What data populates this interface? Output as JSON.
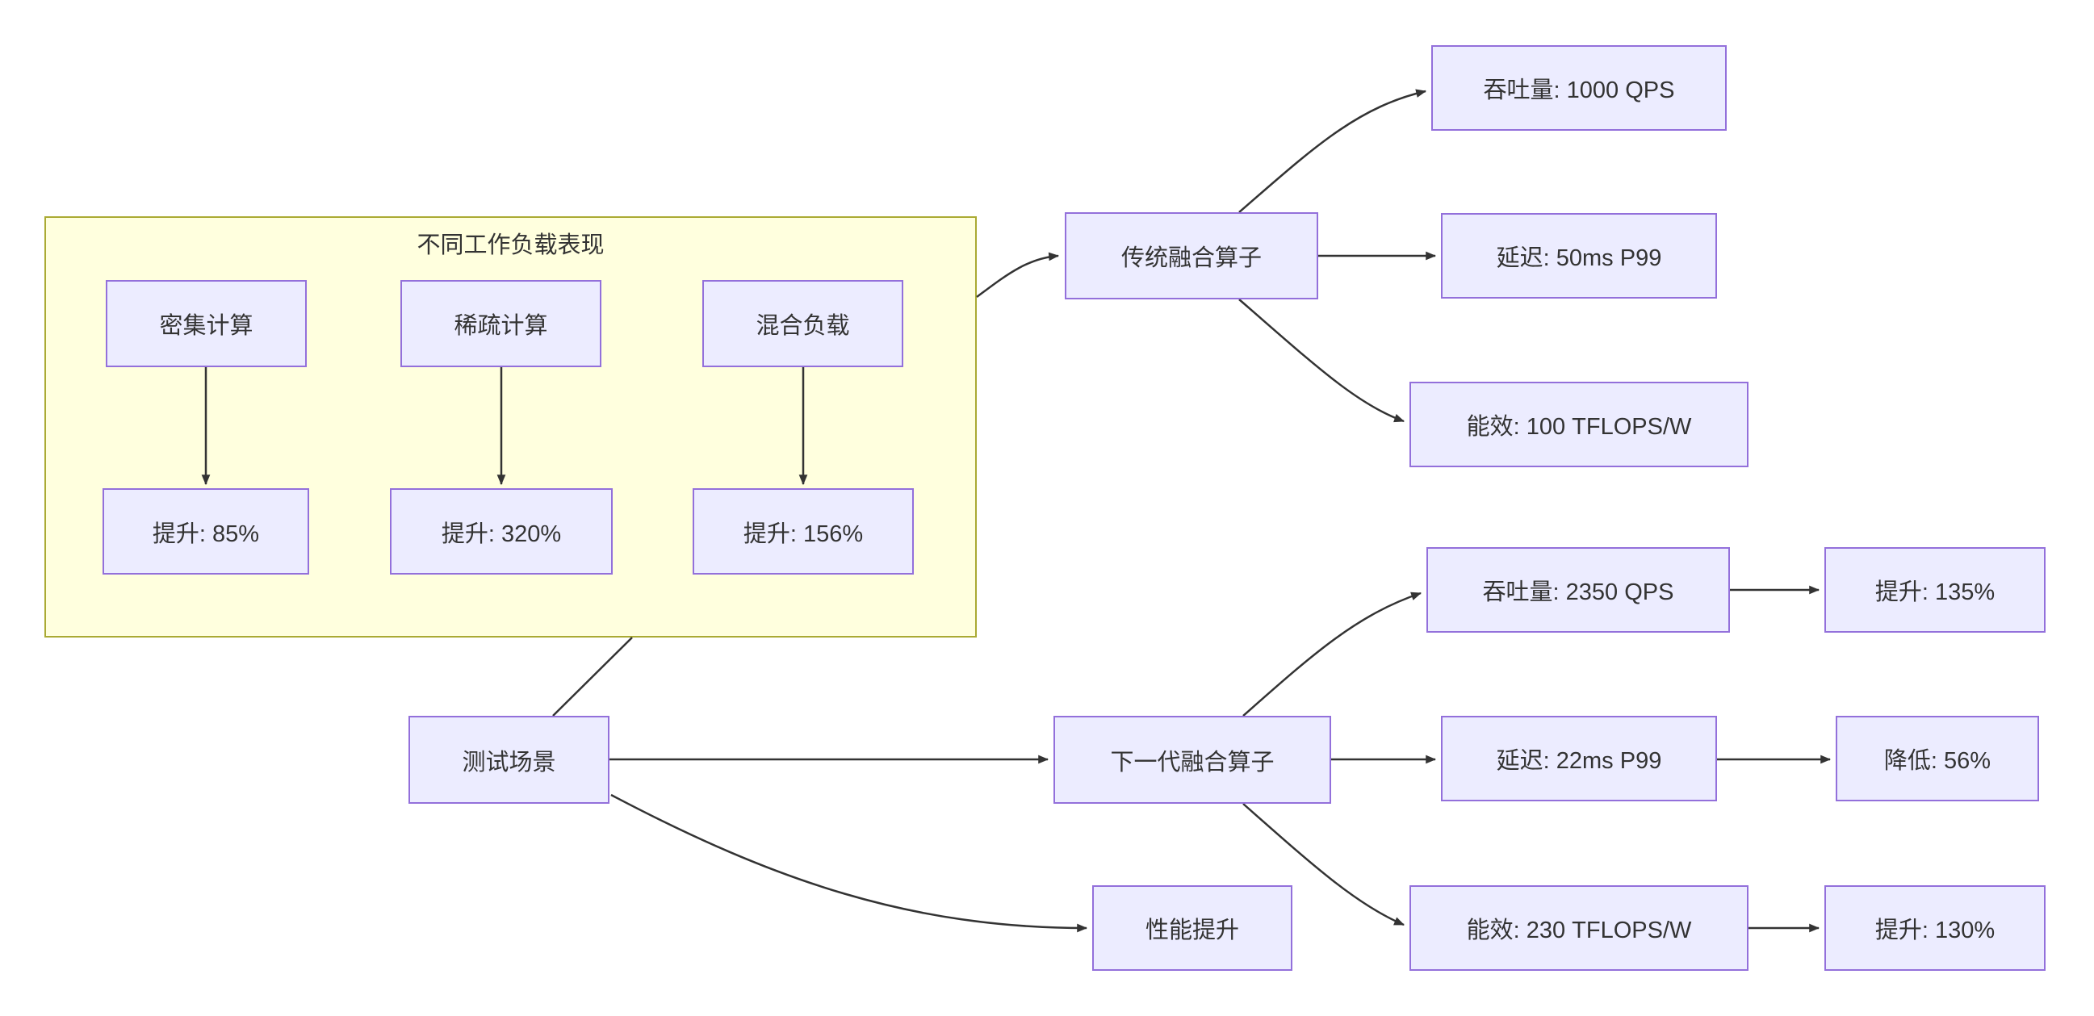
{
  "diagram": {
    "type": "flowchart",
    "colors": {
      "node_fill": "#ECECFF",
      "node_border": "#9370DB",
      "cluster_fill": "#FFFFDE",
      "cluster_border": "#AAAA33",
      "edge": "#333333",
      "text": "#333333",
      "background": "#FFFFFF"
    },
    "cluster": {
      "title": "不同工作负载表现"
    },
    "nodes": {
      "dense": {
        "label": "密集计算"
      },
      "sparse": {
        "label": "稀疏计算"
      },
      "mixed": {
        "label": "混合负载"
      },
      "dense_gain": {
        "label": "提升: 85%"
      },
      "sparse_gain": {
        "label": "提升: 320%"
      },
      "mixed_gain": {
        "label": "提升: 156%"
      },
      "traditional": {
        "label": "传统融合算子"
      },
      "trad_qps": {
        "label": "吞吐量: 1000 QPS"
      },
      "trad_latency": {
        "label": "延迟: 50ms P99"
      },
      "trad_efficiency": {
        "label": "能效: 100 TFLOPS/W"
      },
      "test_scenario": {
        "label": "测试场景"
      },
      "nextgen": {
        "label": "下一代融合算子"
      },
      "next_qps": {
        "label": "吞吐量: 2350 QPS"
      },
      "next_qps_gain": {
        "label": "提升: 135%"
      },
      "next_latency": {
        "label": "延迟: 22ms P99"
      },
      "next_latency_drop": {
        "label": "降低: 56%"
      },
      "performance": {
        "label": "性能提升"
      },
      "next_efficiency": {
        "label": "能效: 230 TFLOPS/W"
      },
      "next_efficiency_gain": {
        "label": "提升: 130%"
      }
    },
    "edges": [
      {
        "from": "dense",
        "to": "dense_gain",
        "arrow": true
      },
      {
        "from": "sparse",
        "to": "sparse_gain",
        "arrow": true
      },
      {
        "from": "mixed",
        "to": "mixed_gain",
        "arrow": true
      },
      {
        "from": "test_scenario",
        "to": "cluster:不同工作负载表现",
        "arrow": false
      },
      {
        "from": "cluster:不同工作负载表现",
        "to": "traditional",
        "arrow": true
      },
      {
        "from": "traditional",
        "to": "trad_qps",
        "arrow": true
      },
      {
        "from": "traditional",
        "to": "trad_latency",
        "arrow": true
      },
      {
        "from": "traditional",
        "to": "trad_efficiency",
        "arrow": true
      },
      {
        "from": "test_scenario",
        "to": "nextgen",
        "arrow": true
      },
      {
        "from": "test_scenario",
        "to": "performance",
        "arrow": true
      },
      {
        "from": "nextgen",
        "to": "next_qps",
        "arrow": true
      },
      {
        "from": "nextgen",
        "to": "next_latency",
        "arrow": true
      },
      {
        "from": "nextgen",
        "to": "next_efficiency",
        "arrow": true
      },
      {
        "from": "next_qps",
        "to": "next_qps_gain",
        "arrow": true
      },
      {
        "from": "next_latency",
        "to": "next_latency_drop",
        "arrow": true
      },
      {
        "from": "next_efficiency",
        "to": "next_efficiency_gain",
        "arrow": true
      }
    ]
  }
}
